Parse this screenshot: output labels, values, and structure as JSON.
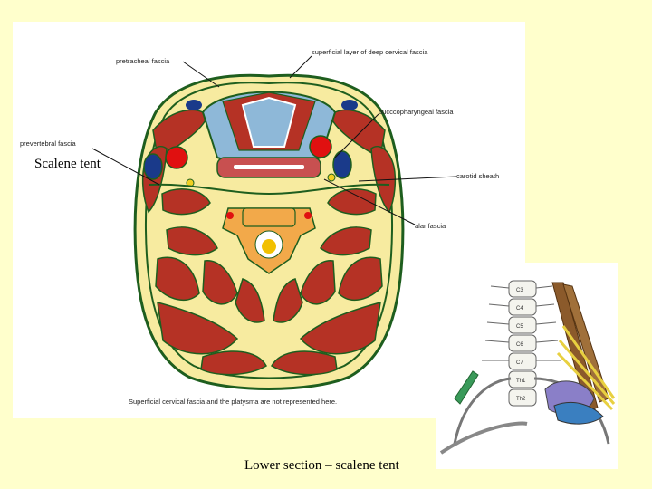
{
  "neck_section": {
    "labels": {
      "pretracheal": "pretracheal fascia",
      "superficial_deep": "superficial layer of deep cervical fascia",
      "buccopharyngeal": "bucccopharyngeal fascia",
      "prevertebral": "prevertebral fascia",
      "carotid_sheath": "carotid sheath",
      "alar": "alar fascia"
    },
    "note": "Superficial cervical fascia and the platysma are not represented here."
  },
  "overlay": {
    "scalene_tent": "Scalene tent",
    "caption": "Lower section – scalene tent"
  },
  "spine_figure": {
    "vertebrae": [
      "C3",
      "C4",
      "C5",
      "C6",
      "C7",
      "Th1",
      "Th2"
    ]
  },
  "colors": {
    "slide_background": "#FFFFCC",
    "muscle": "#B53225",
    "fat": "#F7EBA0",
    "fascia": "#1E5E1E",
    "thyroid": "#8EB8D8",
    "artery": "#E01010",
    "vein": "#1A3A8A",
    "vertebra": "#F2A94A"
  }
}
